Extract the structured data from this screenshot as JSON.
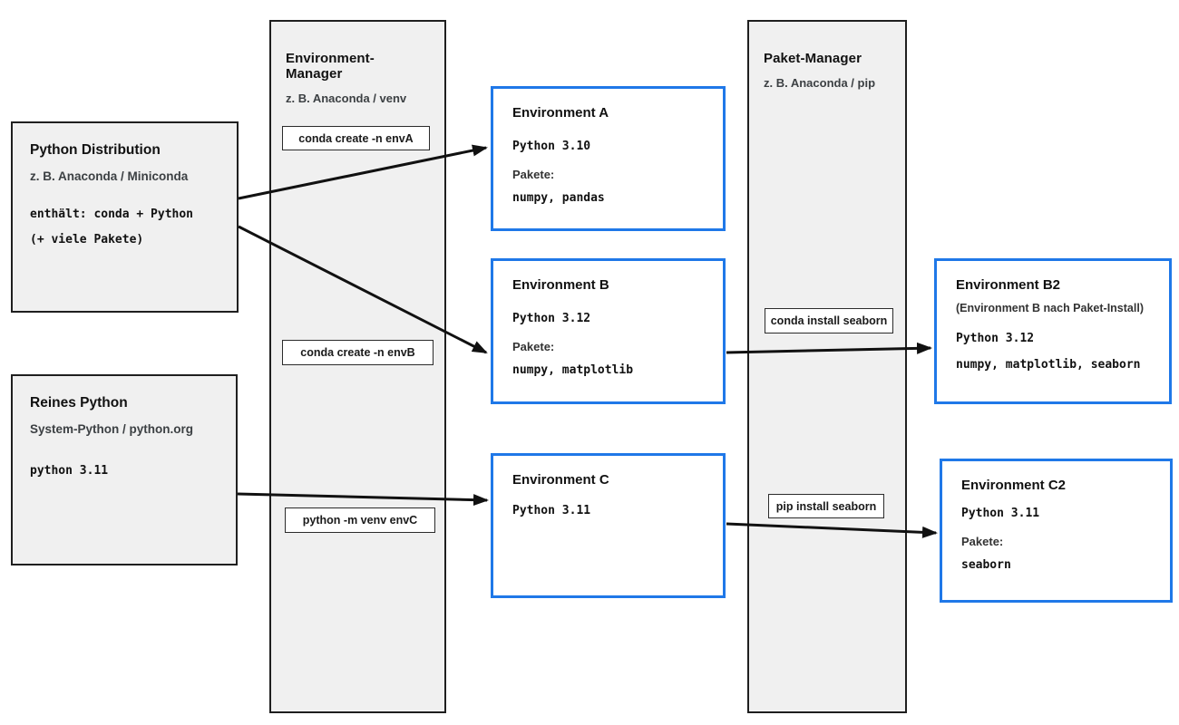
{
  "colors": {
    "accent_blue": "#1f78e8",
    "panel_fill": "#f0f0f0",
    "border_dark": "#1f1f1f",
    "arrow_black": "#111111",
    "subtitle_gray": "#3c4043"
  },
  "sources": {
    "python_distribution": {
      "title": "Python Distribution",
      "subtitle": "z. B. Anaconda / Miniconda",
      "line1": "enthält: conda + Python",
      "line2": "(+ viele Pakete)"
    },
    "reines_python": {
      "title": "Reines Python",
      "subtitle": "System-Python / python.org",
      "line1": "python 3.11"
    }
  },
  "managers": {
    "environment_manager": {
      "title": "Environment-Manager",
      "subtitle": "z. B. Anaconda / venv"
    },
    "paket_manager": {
      "title": "Paket-Manager",
      "subtitle": "z. B. Anaconda / pip"
    }
  },
  "commands": {
    "create_env_a": "conda create -n envA",
    "create_env_b": "conda create -n envB",
    "create_env_c": "python -m venv envC",
    "conda_install_seaborn": "conda install seaborn",
    "pip_install_seaborn": "pip install seaborn"
  },
  "environments": {
    "a": {
      "title": "Environment A",
      "python": "Python 3.10",
      "pakete_label": "Pakete:",
      "packages": "numpy, pandas"
    },
    "b": {
      "title": "Environment B",
      "python": "Python 3.12",
      "pakete_label": "Pakete:",
      "packages": "numpy, matplotlib"
    },
    "c": {
      "title": "Environment C",
      "python": "Python 3.11"
    },
    "b2": {
      "title": "Environment B2",
      "subtitle": "(Environment B nach Paket-Install)",
      "python": "Python 3.12",
      "packages": "numpy, matplotlib, seaborn"
    },
    "c2": {
      "title": "Environment C2",
      "python": "Python 3.11",
      "pakete_label": "Pakete:",
      "packages": "seaborn"
    }
  }
}
